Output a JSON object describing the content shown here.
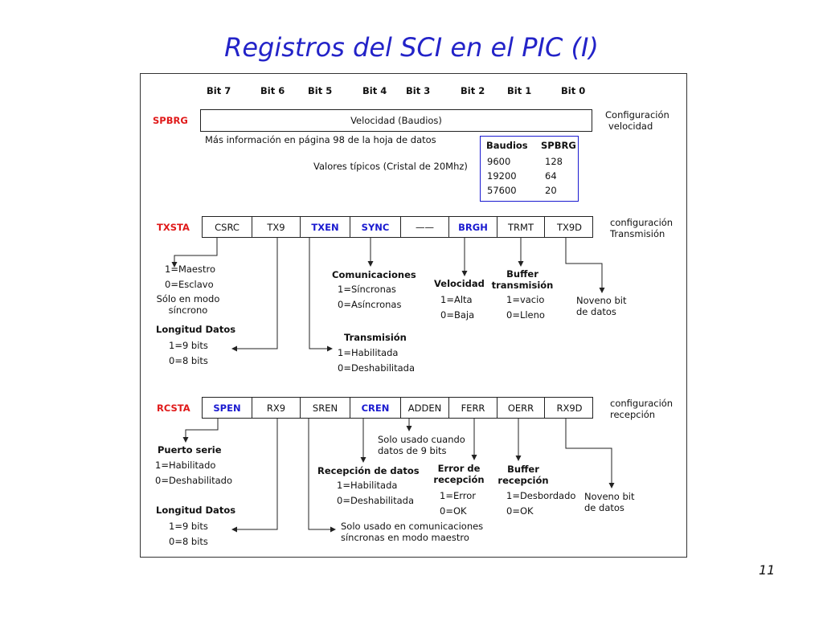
{
  "title": "Registros del SCI en el PIC (I)",
  "page_number": "11",
  "bit_headers": [
    "Bit 7",
    "Bit 6",
    "Bit 5",
    "Bit 4",
    "Bit 3",
    "Bit 2",
    "Bit 1",
    "Bit 0"
  ],
  "spbrg": {
    "name": "SPBRG",
    "field": "Velocidad (Baudios)",
    "side_label": [
      "Configuración",
      "velocidad"
    ],
    "more_info": "Más información en página 98 de la hoja de datos",
    "typical_values": "Valores típicos (Cristal de 20Mhz)",
    "table": {
      "headers": [
        "Baudios",
        "SPBRG"
      ],
      "rows": [
        [
          "9600",
          "128"
        ],
        [
          "19200",
          "64"
        ],
        [
          "57600",
          "20"
        ]
      ]
    }
  },
  "txsta": {
    "name": "TXSTA",
    "bits": [
      "CSRC",
      "TX9",
      "TXEN",
      "SYNC",
      "——",
      "BRGH",
      "TRMT",
      "TX9D"
    ],
    "side_label": [
      "configuración",
      "Transmisión"
    ],
    "csrc": {
      "lines": [
        "1=Maestro",
        "0=Esclavo"
      ],
      "note": [
        "Sólo en modo",
        "síncrono"
      ]
    },
    "tx9": {
      "title": "Longitud Datos",
      "lines": [
        "1=9 bits",
        "0=8 bits"
      ]
    },
    "txen": {
      "title": "Transmisión",
      "lines": [
        "1=Habilitada",
        "0=Deshabilitada"
      ]
    },
    "sync": {
      "title": "Comunicaciones",
      "lines": [
        "1=Síncronas",
        "0=Asíncronas"
      ]
    },
    "brgh": {
      "title": "Velocidad",
      "lines": [
        "1=Alta",
        "0=Baja"
      ]
    },
    "trmt": {
      "title": [
        "Buffer",
        "transmisión"
      ],
      "lines": [
        "1=vacio",
        "0=Lleno"
      ]
    },
    "tx9d": {
      "lines": [
        "Noveno bit",
        "de datos"
      ]
    }
  },
  "rcsta": {
    "name": "RCSTA",
    "bits": [
      "SPEN",
      "RX9",
      "SREN",
      "CREN",
      "ADDEN",
      "FERR",
      "OERR",
      "RX9D"
    ],
    "side_label": [
      "configuración",
      "recepción"
    ],
    "spen": {
      "title": "Puerto serie",
      "lines": [
        "1=Habilitado",
        "0=Deshabilitado"
      ]
    },
    "rx9": {
      "title": "Longitud Datos",
      "lines": [
        "1=9 bits",
        "0=8 bits"
      ]
    },
    "sren": {
      "lines": [
        "Solo usado en comunicaciones",
        "síncronas en modo maestro"
      ]
    },
    "cren": {
      "title": "Recepción de datos",
      "lines": [
        "1=Habilitada",
        "0=Deshabilitada"
      ]
    },
    "adden": {
      "lines": [
        "Solo usado cuando",
        "datos de 9 bits"
      ]
    },
    "ferr": {
      "title": [
        "Error de",
        "recepción"
      ],
      "lines": [
        "1=Error",
        "0=OK"
      ]
    },
    "oerr": {
      "title": [
        "Buffer",
        "recepción"
      ],
      "lines": [
        "1=Desbordado",
        "0=OK"
      ]
    },
    "rx9d": {
      "lines": [
        "Noveno bit",
        "de datos"
      ]
    }
  },
  "colors": {
    "title": "#2323c8",
    "register_name": "#e01a1a",
    "highlight_bit": "#1a1ad0"
  }
}
